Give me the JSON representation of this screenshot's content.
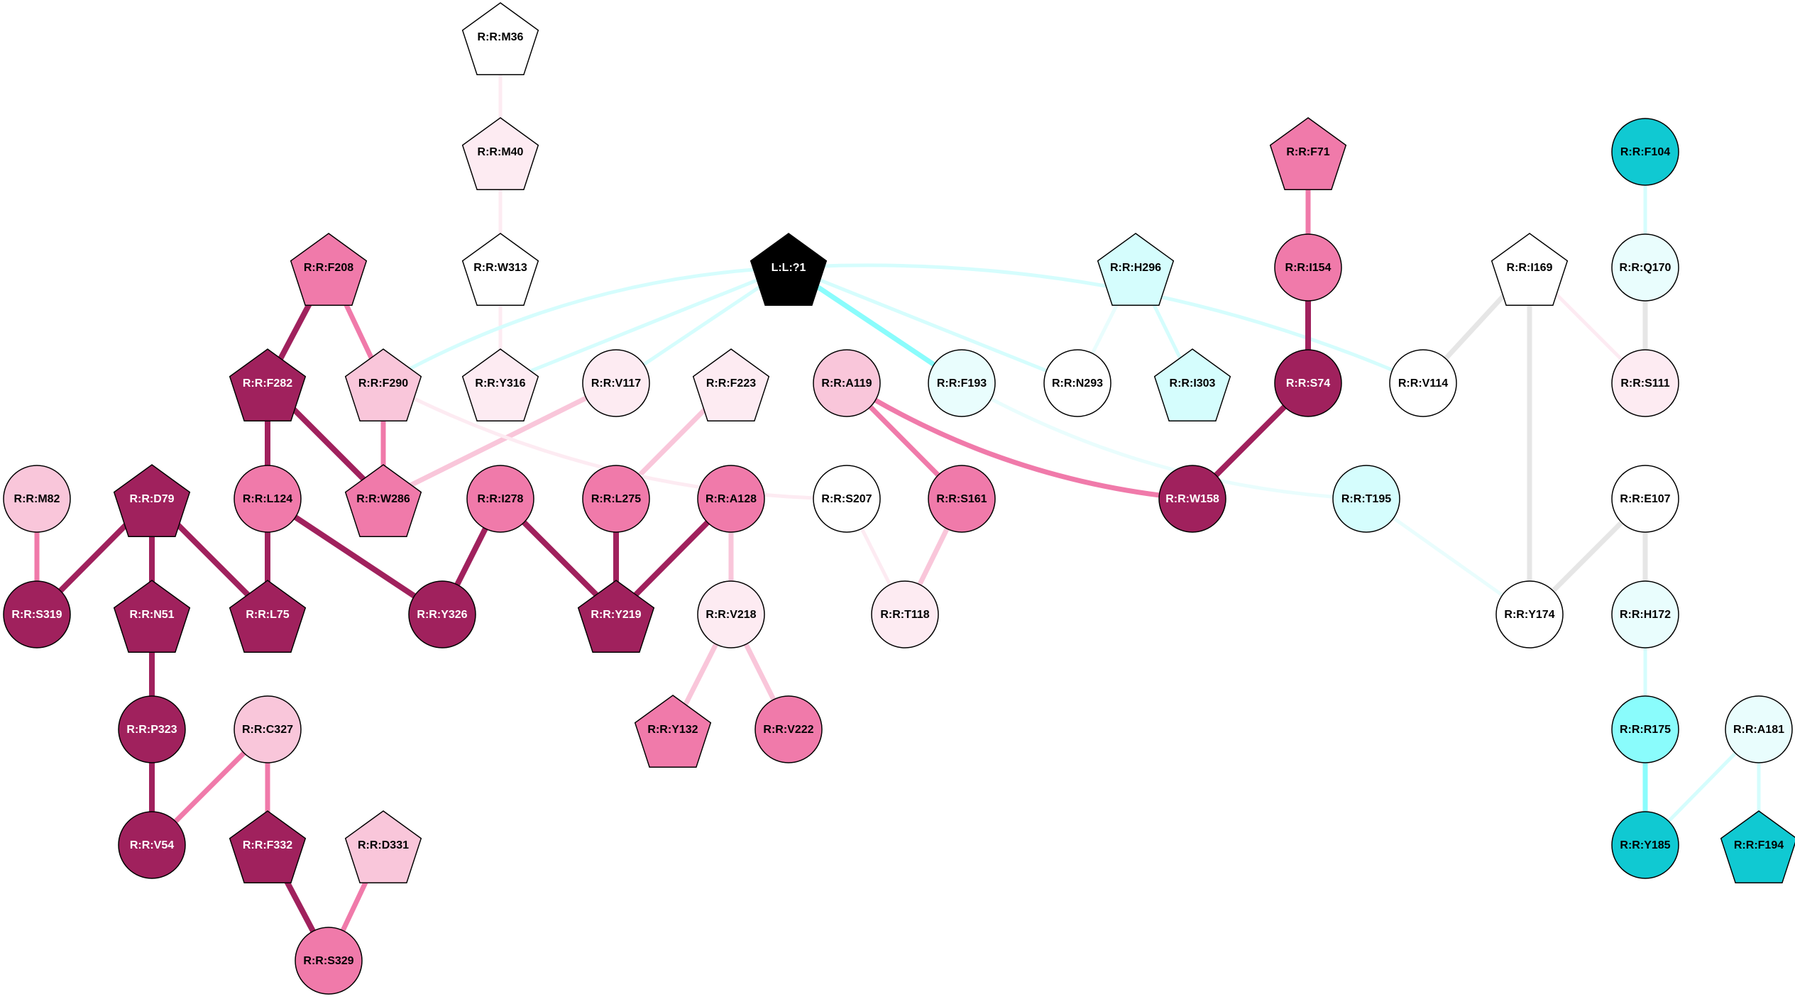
{
  "colors": {
    "dark_magenta": "#a0215d",
    "pink": "#f07aaa",
    "light_pink": "#f9c6da",
    "pale_pink": "#fdebf2",
    "white": "#ffffff",
    "pale_cyan": "#e9fdfd",
    "light_cyan": "#d5fdfd",
    "cyan": "#8afcfc",
    "teal": "#10c9d2",
    "black": "#000000",
    "grey": "#e6e6e6"
  },
  "nodes": [
    {
      "id": "R:R:M36",
      "shape": "pentagon",
      "fill": "white"
    },
    {
      "id": "R:R:M40",
      "shape": "pentagon",
      "fill": "pale_pink"
    },
    {
      "id": "R:R:W313",
      "shape": "pentagon",
      "fill": "white"
    },
    {
      "id": "R:R:Y316",
      "shape": "pentagon",
      "fill": "pale_pink"
    },
    {
      "id": "R:R:F208",
      "shape": "pentagon",
      "fill": "pink"
    },
    {
      "id": "R:R:F282",
      "shape": "pentagon",
      "fill": "dark_magenta"
    },
    {
      "id": "R:R:F290",
      "shape": "pentagon",
      "fill": "light_pink"
    },
    {
      "id": "R:R:W286",
      "shape": "pentagon",
      "fill": "pink"
    },
    {
      "id": "R:R:L124",
      "shape": "circle",
      "fill": "pink"
    },
    {
      "id": "R:R:V117",
      "shape": "circle",
      "fill": "pale_pink"
    },
    {
      "id": "R:R:F223",
      "shape": "pentagon",
      "fill": "pale_pink"
    },
    {
      "id": "R:R:L275",
      "shape": "circle",
      "fill": "pink"
    },
    {
      "id": "R:R:I278",
      "shape": "circle",
      "fill": "pink"
    },
    {
      "id": "R:R:A128",
      "shape": "circle",
      "fill": "pink"
    },
    {
      "id": "R:R:Y326",
      "shape": "circle",
      "fill": "dark_magenta"
    },
    {
      "id": "R:R:Y219",
      "shape": "pentagon",
      "fill": "dark_magenta"
    },
    {
      "id": "R:R:V218",
      "shape": "circle",
      "fill": "pale_pink"
    },
    {
      "id": "R:R:Y132",
      "shape": "pentagon",
      "fill": "pink"
    },
    {
      "id": "R:R:V222",
      "shape": "circle",
      "fill": "pink"
    },
    {
      "id": "R:R:M82",
      "shape": "circle",
      "fill": "light_pink"
    },
    {
      "id": "R:R:S319",
      "shape": "circle",
      "fill": "dark_magenta"
    },
    {
      "id": "R:R:D79",
      "shape": "pentagon",
      "fill": "dark_magenta"
    },
    {
      "id": "R:R:N51",
      "shape": "pentagon",
      "fill": "dark_magenta"
    },
    {
      "id": "R:R:L75",
      "shape": "pentagon",
      "fill": "dark_magenta"
    },
    {
      "id": "R:R:P323",
      "shape": "circle",
      "fill": "dark_magenta"
    },
    {
      "id": "R:R:V54",
      "shape": "circle",
      "fill": "dark_magenta"
    },
    {
      "id": "R:R:C327",
      "shape": "circle",
      "fill": "light_pink"
    },
    {
      "id": "R:R:F332",
      "shape": "pentagon",
      "fill": "dark_magenta"
    },
    {
      "id": "R:R:D331",
      "shape": "pentagon",
      "fill": "light_pink"
    },
    {
      "id": "R:R:S329",
      "shape": "circle",
      "fill": "pink"
    },
    {
      "id": "L:L:?1",
      "shape": "pentagon",
      "fill": "black"
    },
    {
      "id": "R:R:A119",
      "shape": "circle",
      "fill": "light_pink"
    },
    {
      "id": "R:R:S161",
      "shape": "circle",
      "fill": "pink"
    },
    {
      "id": "R:R:S207",
      "shape": "circle",
      "fill": "white"
    },
    {
      "id": "R:R:T118",
      "shape": "circle",
      "fill": "pale_pink"
    },
    {
      "id": "R:R:F193",
      "shape": "circle",
      "fill": "pale_cyan"
    },
    {
      "id": "R:R:N293",
      "shape": "circle",
      "fill": "white"
    },
    {
      "id": "R:R:H296",
      "shape": "pentagon",
      "fill": "light_cyan"
    },
    {
      "id": "R:R:I303",
      "shape": "pentagon",
      "fill": "light_cyan"
    },
    {
      "id": "R:R:F71",
      "shape": "pentagon",
      "fill": "pink"
    },
    {
      "id": "R:R:I154",
      "shape": "circle",
      "fill": "pink"
    },
    {
      "id": "R:R:S74",
      "shape": "circle",
      "fill": "dark_magenta"
    },
    {
      "id": "R:R:W158",
      "shape": "circle",
      "fill": "dark_magenta"
    },
    {
      "id": "R:R:T195",
      "shape": "circle",
      "fill": "light_cyan"
    },
    {
      "id": "R:R:V114",
      "shape": "circle",
      "fill": "white"
    },
    {
      "id": "R:R:I169",
      "shape": "pentagon",
      "fill": "white"
    },
    {
      "id": "R:R:Y174",
      "shape": "circle",
      "fill": "white"
    },
    {
      "id": "R:R:F104",
      "shape": "circle",
      "fill": "teal"
    },
    {
      "id": "R:R:Q170",
      "shape": "circle",
      "fill": "pale_cyan"
    },
    {
      "id": "R:R:S111",
      "shape": "circle",
      "fill": "pale_pink"
    },
    {
      "id": "R:R:E107",
      "shape": "circle",
      "fill": "white"
    },
    {
      "id": "R:R:H172",
      "shape": "circle",
      "fill": "pale_cyan"
    },
    {
      "id": "R:R:R175",
      "shape": "circle",
      "fill": "cyan"
    },
    {
      "id": "R:R:Y185",
      "shape": "circle",
      "fill": "teal"
    },
    {
      "id": "R:R:A181",
      "shape": "circle",
      "fill": "pale_cyan"
    },
    {
      "id": "R:R:F194",
      "shape": "pentagon",
      "fill": "teal"
    }
  ],
  "edges": [
    {
      "source": "R:R:M36",
      "target": "R:R:M40",
      "color": "pale_pink",
      "weight": "thin"
    },
    {
      "source": "R:R:M40",
      "target": "R:R:W313",
      "color": "pale_pink",
      "weight": "thin"
    },
    {
      "source": "R:R:W313",
      "target": "R:R:Y316",
      "color": "pale_pink",
      "weight": "thin"
    },
    {
      "source": "R:R:F208",
      "target": "R:R:F282",
      "color": "dark_magenta",
      "weight": "thick"
    },
    {
      "source": "R:R:F208",
      "target": "R:R:F290",
      "color": "pink",
      "weight": "medium"
    },
    {
      "source": "R:R:F282",
      "target": "R:R:L124",
      "color": "dark_magenta",
      "weight": "thick"
    },
    {
      "source": "R:R:F282",
      "target": "R:R:W286",
      "color": "dark_magenta",
      "weight": "thick"
    },
    {
      "source": "R:R:F290",
      "target": "R:R:W286",
      "color": "pink",
      "weight": "medium"
    },
    {
      "source": "R:R:V117",
      "target": "R:R:W286",
      "color": "light_pink",
      "weight": "medium"
    },
    {
      "source": "R:R:L124",
      "target": "R:R:L75",
      "color": "dark_magenta",
      "weight": "thick"
    },
    {
      "source": "R:R:L124",
      "target": "R:R:Y326",
      "color": "dark_magenta",
      "weight": "thick"
    },
    {
      "source": "R:R:I278",
      "target": "R:R:Y326",
      "color": "dark_magenta",
      "weight": "thick"
    },
    {
      "source": "R:R:I278",
      "target": "R:R:Y219",
      "color": "dark_magenta",
      "weight": "thick"
    },
    {
      "source": "R:R:L275",
      "target": "R:R:Y219",
      "color": "dark_magenta",
      "weight": "thick"
    },
    {
      "source": "R:R:A128",
      "target": "R:R:Y219",
      "color": "dark_magenta",
      "weight": "thick"
    },
    {
      "source": "R:R:F223",
      "target": "R:R:L275",
      "color": "light_pink",
      "weight": "medium"
    },
    {
      "source": "R:R:A128",
      "target": "R:R:V218",
      "color": "light_pink",
      "weight": "medium"
    },
    {
      "source": "R:R:V218",
      "target": "R:R:Y132",
      "color": "light_pink",
      "weight": "medium"
    },
    {
      "source": "R:R:V218",
      "target": "R:R:V222",
      "color": "light_pink",
      "weight": "medium"
    },
    {
      "source": "R:R:M82",
      "target": "R:R:S319",
      "color": "pink",
      "weight": "medium"
    },
    {
      "source": "R:R:D79",
      "target": "R:R:S319",
      "color": "dark_magenta",
      "weight": "thick"
    },
    {
      "source": "R:R:D79",
      "target": "R:R:N51",
      "color": "dark_magenta",
      "weight": "thick"
    },
    {
      "source": "R:R:D79",
      "target": "R:R:L75",
      "color": "dark_magenta",
      "weight": "thick"
    },
    {
      "source": "R:R:N51",
      "target": "R:R:P323",
      "color": "dark_magenta",
      "weight": "thick"
    },
    {
      "source": "R:R:P323",
      "target": "R:R:V54",
      "color": "dark_magenta",
      "weight": "thick"
    },
    {
      "source": "R:R:C327",
      "target": "R:R:V54",
      "color": "pink",
      "weight": "medium"
    },
    {
      "source": "R:R:C327",
      "target": "R:R:F332",
      "color": "pink",
      "weight": "medium"
    },
    {
      "source": "R:R:F332",
      "target": "R:R:S329",
      "color": "dark_magenta",
      "weight": "thick"
    },
    {
      "source": "R:R:D331",
      "target": "R:R:S329",
      "color": "pink",
      "weight": "medium"
    },
    {
      "source": "R:R:F290",
      "target": "R:R:S207",
      "color": "pale_pink",
      "weight": "thin",
      "curve": 1
    },
    {
      "source": "R:R:S207",
      "target": "R:R:T118",
      "color": "pale_pink",
      "weight": "thin"
    },
    {
      "source": "R:R:A119",
      "target": "R:R:S161",
      "color": "pink",
      "weight": "medium"
    },
    {
      "source": "R:R:A119",
      "target": "R:R:W158",
      "color": "pink",
      "weight": "medium",
      "curve": 1
    },
    {
      "source": "R:R:S161",
      "target": "R:R:T118",
      "color": "light_pink",
      "weight": "medium"
    },
    {
      "source": "L:L:?1",
      "target": "R:R:F290",
      "color": "light_cyan",
      "weight": "thin",
      "curve": 1
    },
    {
      "source": "L:L:?1",
      "target": "R:R:Y316",
      "color": "light_cyan",
      "weight": "thin"
    },
    {
      "source": "L:L:?1",
      "target": "R:R:V117",
      "color": "light_cyan",
      "weight": "thin"
    },
    {
      "source": "L:L:?1",
      "target": "R:R:F193",
      "color": "cyan",
      "weight": "medium"
    },
    {
      "source": "L:L:?1",
      "target": "R:R:N293",
      "color": "light_cyan",
      "weight": "thin"
    },
    {
      "source": "L:L:?1",
      "target": "R:R:V114",
      "color": "light_cyan",
      "weight": "thin",
      "curve": -1
    },
    {
      "source": "R:R:F193",
      "target": "R:R:T195",
      "color": "pale_cyan",
      "weight": "thin",
      "curve": 1
    },
    {
      "source": "R:R:H296",
      "target": "R:R:N293",
      "color": "pale_cyan",
      "weight": "thin"
    },
    {
      "source": "R:R:H296",
      "target": "R:R:I303",
      "color": "light_cyan",
      "weight": "thin"
    },
    {
      "source": "R:R:F71",
      "target": "R:R:I154",
      "color": "pink",
      "weight": "medium"
    },
    {
      "source": "R:R:I154",
      "target": "R:R:S74",
      "color": "dark_magenta",
      "weight": "thick"
    },
    {
      "source": "R:R:S74",
      "target": "R:R:W158",
      "color": "dark_magenta",
      "weight": "thick"
    },
    {
      "source": "R:R:T195",
      "target": "R:R:Y174",
      "color": "pale_cyan",
      "weight": "thin"
    },
    {
      "source": "R:R:I169",
      "target": "R:R:V114",
      "color": "grey",
      "weight": "medium"
    },
    {
      "source": "R:R:I169",
      "target": "R:R:Y174",
      "color": "grey",
      "weight": "medium"
    },
    {
      "source": "R:R:I169",
      "target": "R:R:S111",
      "color": "pale_pink",
      "weight": "thin"
    },
    {
      "source": "R:R:F104",
      "target": "R:R:Q170",
      "color": "light_cyan",
      "weight": "thin"
    },
    {
      "source": "R:R:Q170",
      "target": "R:R:S111",
      "color": "grey",
      "weight": "medium"
    },
    {
      "source": "R:R:E107",
      "target": "R:R:Y174",
      "color": "grey",
      "weight": "medium"
    },
    {
      "source": "R:R:E107",
      "target": "R:R:H172",
      "color": "grey",
      "weight": "medium"
    },
    {
      "source": "R:R:H172",
      "target": "R:R:R175",
      "color": "light_cyan",
      "weight": "thin"
    },
    {
      "source": "R:R:R175",
      "target": "R:R:Y185",
      "color": "cyan",
      "weight": "medium"
    },
    {
      "source": "R:R:A181",
      "target": "R:R:Y185",
      "color": "light_cyan",
      "weight": "thin"
    },
    {
      "source": "R:R:A181",
      "target": "R:R:F194",
      "color": "light_cyan",
      "weight": "thin"
    }
  ]
}
